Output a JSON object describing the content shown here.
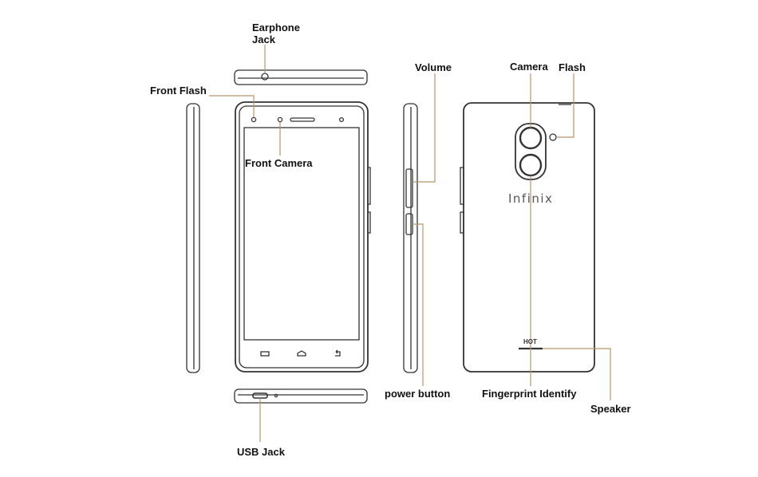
{
  "labels": {
    "earphone_jack_line1": "Earphone",
    "earphone_jack_line2": "Jack",
    "front_flash": "Front Flash",
    "front_camera": "Front Camera",
    "volume": "Volume",
    "power_button": "power button",
    "camera": "Camera",
    "flash": "Flash",
    "fingerprint": "Fingerprint Identify",
    "speaker": "Speaker",
    "usb_jack": "USB Jack"
  },
  "device": {
    "brand": "Infinix",
    "model": "HOT"
  },
  "colors": {
    "outline": "#333333",
    "leader_line": "#b8956a",
    "label_text": "#111111"
  }
}
